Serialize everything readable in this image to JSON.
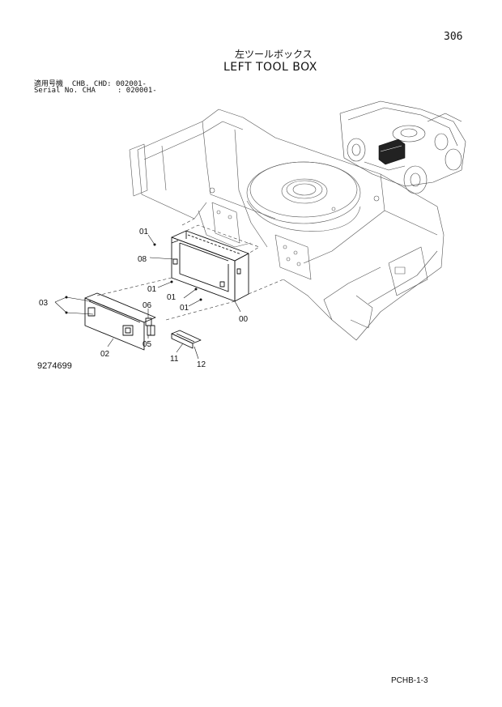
{
  "header": {
    "page_number": "306",
    "title_jp": "左ツールボックス",
    "title_en": "LEFT TOOL BOX",
    "serial_line_1": "適用号機  CHB. CHD: 002001-",
    "serial_line_2": "Serial No. CHA     : 020001-"
  },
  "drawing": {
    "number": "9274699",
    "callouts": {
      "c01_top": "01",
      "c08": "08",
      "c01_mid": "01",
      "c01_right": "01",
      "c01_low": "01",
      "c03": "03",
      "c06": "06",
      "c05": "05",
      "c02": "02",
      "c00": "00",
      "c11": "11",
      "c12": "12"
    }
  },
  "footer": {
    "code": "PCHB-1-3"
  }
}
